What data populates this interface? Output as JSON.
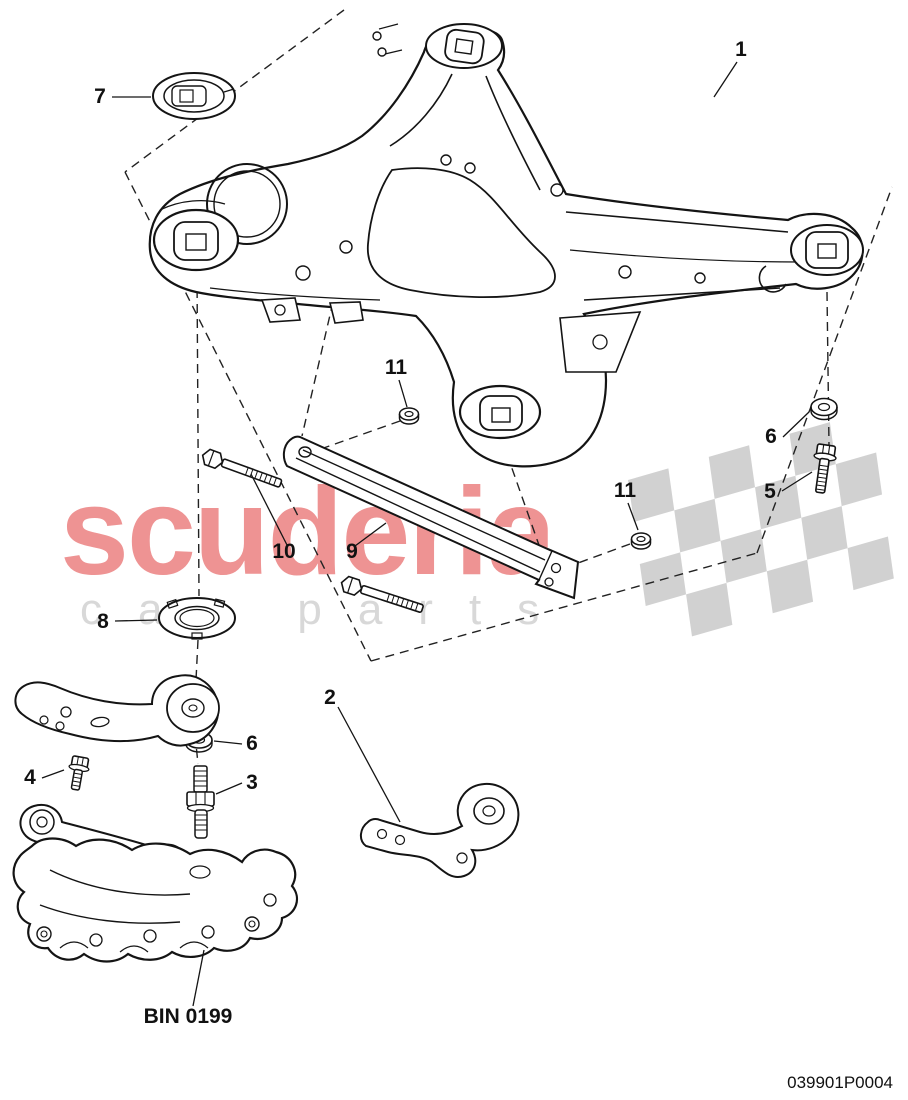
{
  "watermark": {
    "brand": "scuderia",
    "brand_sub": "car parts",
    "brand_color": "#ee9393",
    "sub_color": "#d8d8d8",
    "flag_color": "#c9c9c9"
  },
  "callouts": {
    "subframe": "1",
    "bracket": "2",
    "stud": "3",
    "bolt_small": "4",
    "bolt_medium": "5",
    "washer_right": "6",
    "washer_left": "6",
    "cap": "7",
    "ring": "8",
    "brace": "9",
    "bolt_long": "10",
    "nut_upper": "11",
    "nut_lower": "11"
  },
  "footer": {
    "bin_label": "BIN 0199",
    "drawing_number": "039901P0004"
  }
}
